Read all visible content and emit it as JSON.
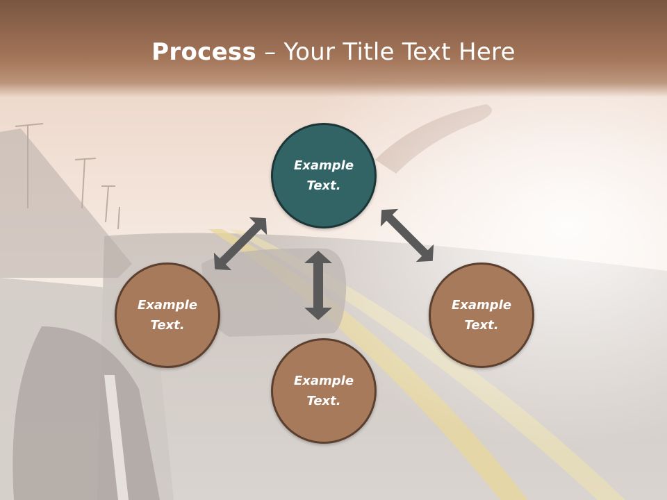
{
  "title": {
    "bold": "Process",
    "rest": " – Your Title Text Here"
  },
  "nodes": [
    {
      "text": "Example Text."
    },
    {
      "text": "Example Text."
    },
    {
      "text": "Example Text."
    },
    {
      "text": "Example Text."
    }
  ],
  "colors": {
    "primary": "#326466",
    "secondary": "#a87a5c",
    "arrow": "#595959",
    "title_band": "#a37559"
  }
}
